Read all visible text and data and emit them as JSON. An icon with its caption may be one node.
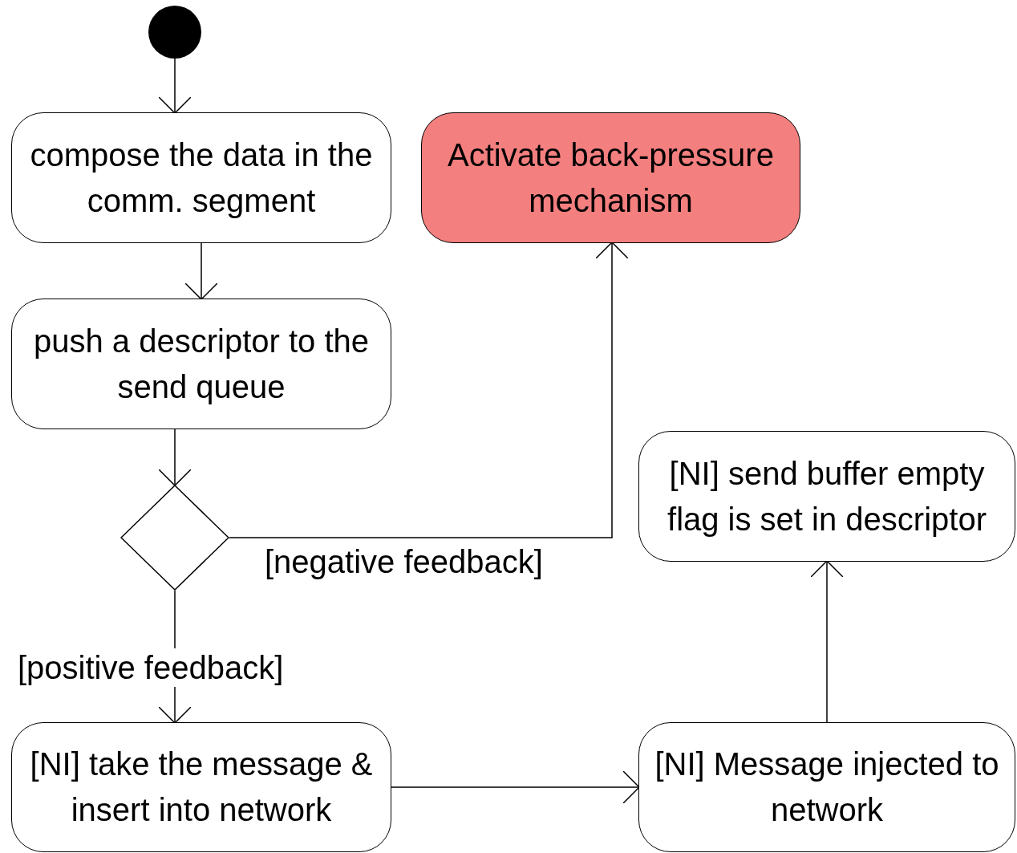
{
  "diagram": {
    "nodes": [
      {
        "text": [],
        "shape": "circle"
      },
      {
        "text": [
          "compose the data in the comm. segment"
        ]
      },
      {
        "text": [
          "Activate back-pressure mechanism"
        ]
      },
      {
        "text": [
          "push a descriptor to the send queue"
        ]
      },
      {
        "text": [],
        "shape": "diamond"
      },
      {
        "text": [
          "[NI] send buffer empty flag is set in descriptor"
        ]
      },
      {
        "text": [
          "[NI] take the message & insert into network"
        ]
      },
      {
        "text": [
          "[NI] Message injected to network"
        ]
      }
    ],
    "edges": [
      {
        "from": 0,
        "to": 1,
        "arrow": "to"
      },
      {
        "from": 1,
        "to": 3,
        "arrow": "to"
      },
      {
        "from": 3,
        "to": 4,
        "arrow": "to"
      },
      {
        "from": 4,
        "to": 2,
        "arrow": "to",
        "label": "[negative feedback]"
      },
      {
        "from": 4,
        "to": 6,
        "arrow": "to",
        "label": "[positive feedback]"
      },
      {
        "from": 6,
        "to": 7,
        "arrow": "to"
      },
      {
        "from": 7,
        "to": 5,
        "arrow": "to"
      }
    ]
  }
}
